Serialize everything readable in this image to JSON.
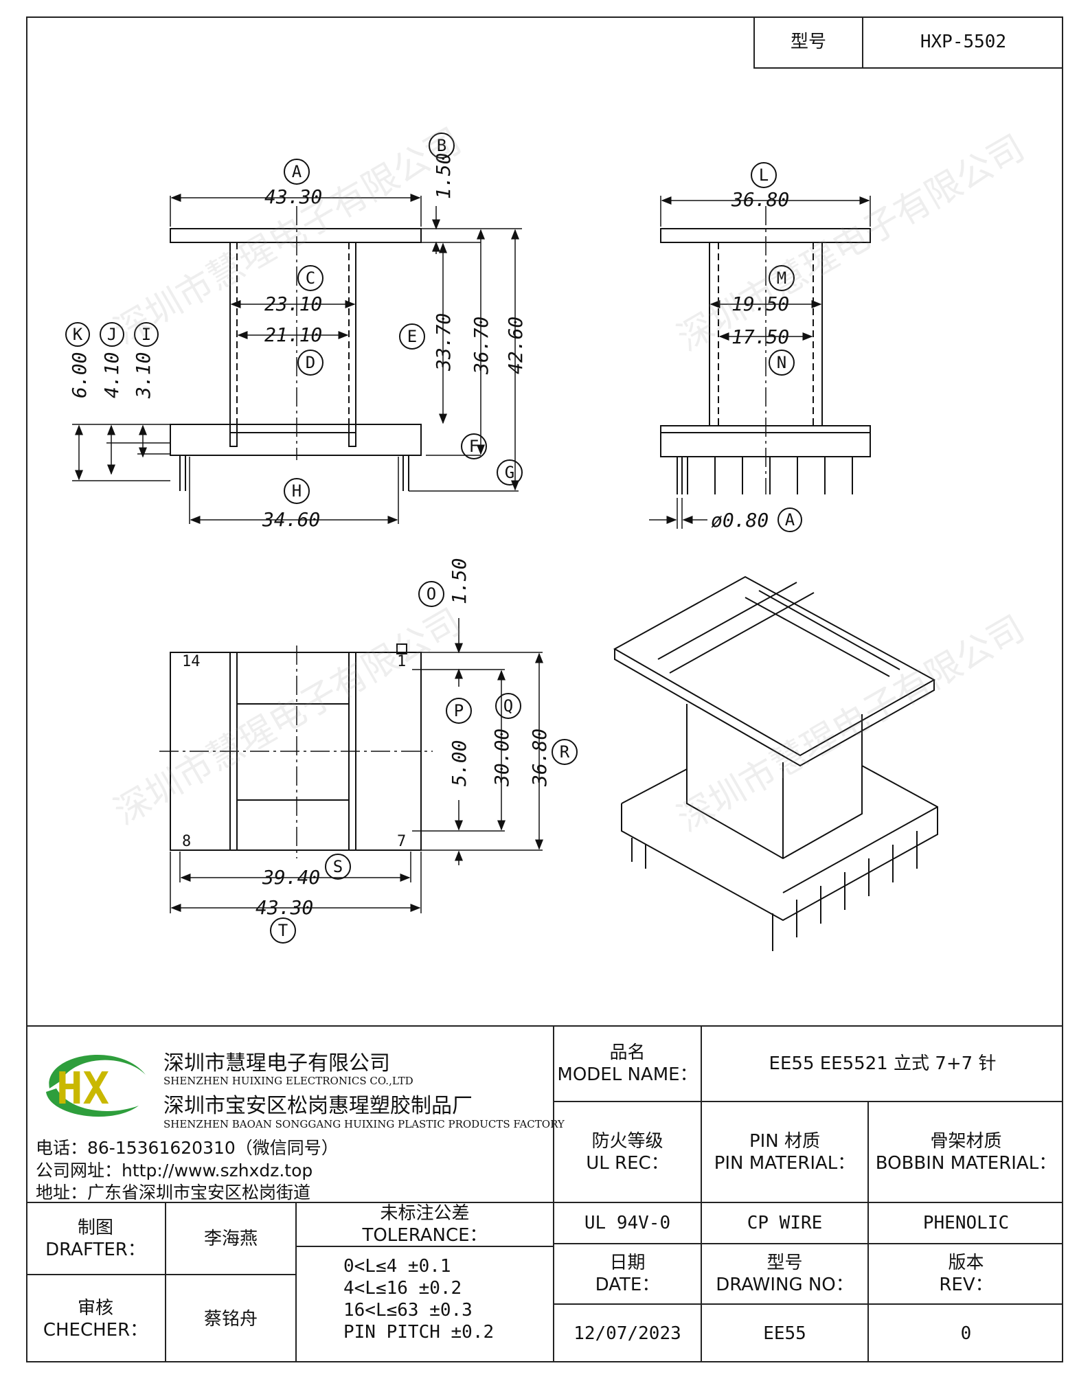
{
  "header": {
    "type_label": "型号",
    "type_value": "HXP-5502"
  },
  "views": {
    "front": {
      "dims": {
        "A": "43.30",
        "B": "1.50",
        "C": "23.10",
        "D": "21.10",
        "E": "33.70",
        "F_val": "36.70",
        "G_val": "42.60",
        "H": "34.60",
        "K": "6.00",
        "J": "4.10",
        "I": "3.10"
      },
      "letters": [
        "A",
        "B",
        "C",
        "D",
        "E",
        "F",
        "G",
        "H",
        "K",
        "J",
        "I"
      ]
    },
    "side": {
      "dims": {
        "L": "36.80",
        "M": "19.50",
        "N": "17.50",
        "pin": "ø0.80"
      },
      "letters": [
        "L",
        "M",
        "N",
        "A"
      ]
    },
    "bottom": {
      "dims": {
        "O": "1.50",
        "P": "5.00",
        "Q": "30.00",
        "R": "36.80",
        "S": "39.40",
        "T": "43.30"
      },
      "letters": [
        "O",
        "P",
        "Q",
        "R",
        "S",
        "T"
      ],
      "pin_labels": [
        "14",
        "1",
        "8",
        "7"
      ]
    }
  },
  "watermark": "深圳市慧瑆电子有限公司",
  "company": {
    "logo_text": "HX",
    "name_cn": "深圳市慧瑆电子有限公司",
    "name_en": "SHENZHEN HUIXING ELECTRONICS CO.,LTD",
    "factory_cn": "深圳市宝安区松岗惠瑆塑胶制品厂",
    "factory_en": "SHENZHEN BAOAN SONGGANG HUIXING PLASTIC PRODUCTS FACTORY",
    "phone": "电话：86-15361620310（微信同号）",
    "website": "公司网址：http://www.szhxdz.top",
    "address": "地址：广东省深圳市宝安区松岗街道"
  },
  "table": {
    "model_name_label": "品名\nMODEL NAME：",
    "model_name_value": "EE55 EE5521 立式 7+7 针",
    "ul_label": "防火等级\nUL REC：",
    "pin_label": "PIN 材质\nPIN MATERIAL：",
    "bobbin_label": "骨架材质\nBOBBIN MATERIAL：",
    "ul_value": "UL 94V-0",
    "pin_value": "CP WIRE",
    "bobbin_value": "PHENOLIC",
    "drafter_label": "制图\nDRAFTER：",
    "drafter_value": "李海燕",
    "checker_label": "审核\nCHECHER：",
    "checker_value": "蔡铭舟",
    "tolerance_label": "未标注公差\nTOLERANCE：",
    "tolerance_lines": [
      "0<L≤4   ±0.1",
      "4<L≤16  ±0.2",
      "16<L≤63  ±0.3",
      "PIN PITCH ±0.2"
    ],
    "date_label": "日期\nDATE：",
    "drawing_label": "型号\nDRAWING NO：",
    "rev_label": "版本\nREV：",
    "date_value": "12/07/2023",
    "drawing_value": "EE55",
    "rev_value": "0"
  }
}
